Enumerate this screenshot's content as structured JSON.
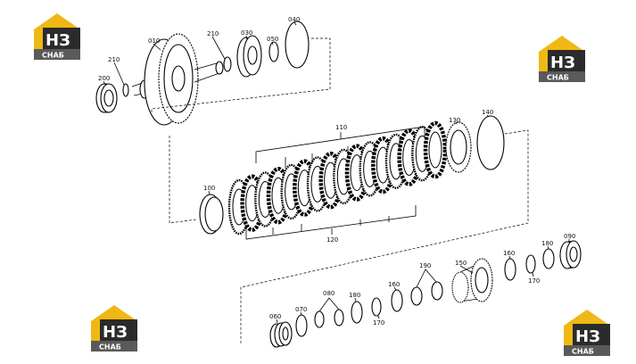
{
  "labels": {
    "l010": "010",
    "l210a": "210",
    "l210b": "210",
    "l030": "030",
    "l040": "040",
    "l050": "050",
    "l200": "200",
    "l110": "110",
    "l130": "130",
    "l140": "140",
    "l100": "100",
    "l120": "120",
    "l190": "190",
    "l150": "150",
    "l160a": "160",
    "l180a": "180",
    "l090": "090",
    "l170a": "170",
    "l060": "060",
    "l070": "070",
    "l080": "080",
    "l180b": "180",
    "l160b": "160",
    "l170b": "170"
  },
  "logo": {
    "mark": "НЗ",
    "sub": "СНАБ",
    "colors": {
      "gold": "#f0b814",
      "dark": "#2b2b2b",
      "mid": "#5a5a5a"
    }
  }
}
